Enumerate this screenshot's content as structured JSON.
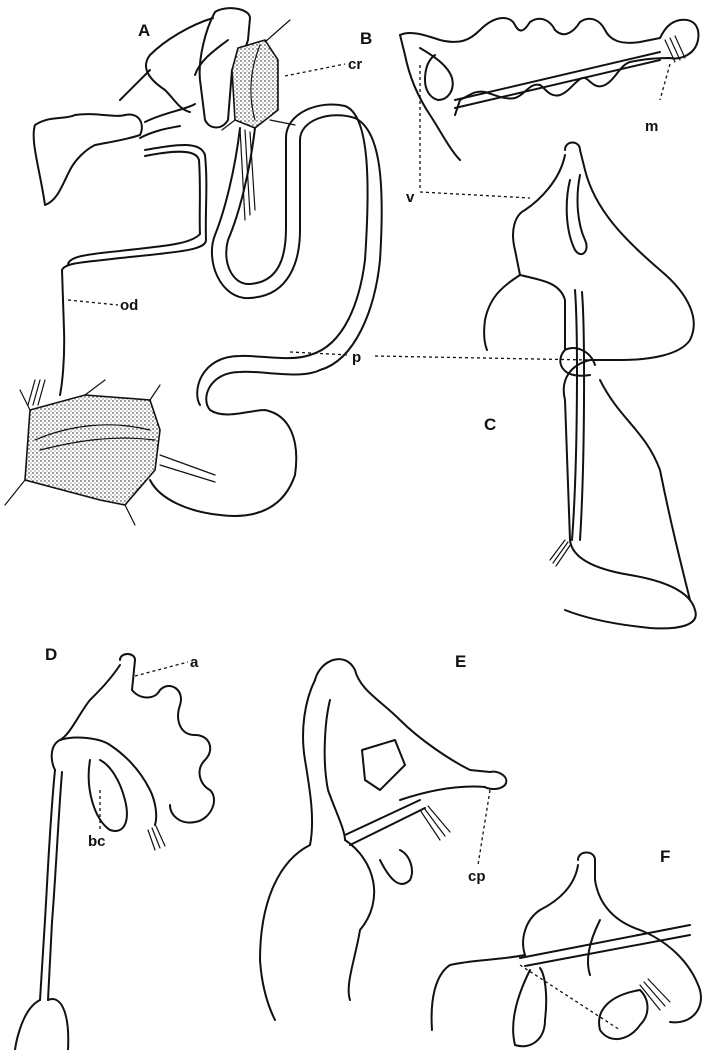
{
  "panels": {
    "a": "A",
    "b": "B",
    "c": "C",
    "d": "D",
    "e": "E",
    "f": "F"
  },
  "parts": {
    "cr": "cr",
    "m": "m",
    "v": "v",
    "od": "od",
    "p": "p",
    "a": "a",
    "bc": "bc",
    "cp": "cp"
  },
  "colors": {
    "ink": "#111111",
    "paper": "#ffffff"
  }
}
